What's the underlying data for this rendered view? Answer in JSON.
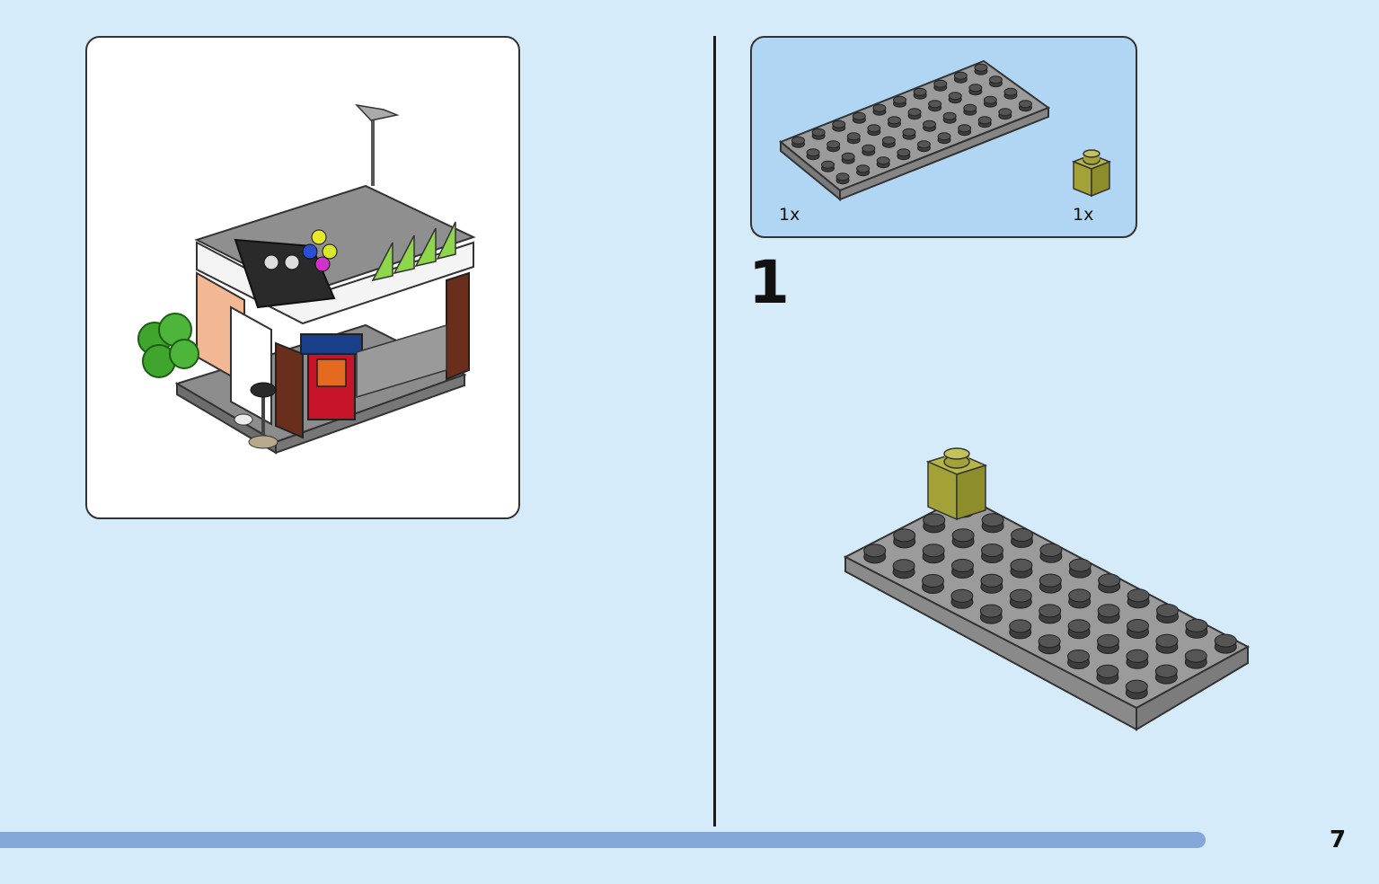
{
  "parts_list": [
    {
      "name": "gray-plate",
      "quantity": "1x"
    },
    {
      "name": "olive-brick",
      "quantity": "1x"
    }
  ],
  "step": {
    "number": "1"
  },
  "page": {
    "number": "7",
    "progress": 0.935
  },
  "colors": {
    "background": "#d5ebfa",
    "parts_box": "#b1d6f4",
    "progress_fill": "#84a8d8",
    "plate_gray": "#9b9b9b",
    "olive": "#a3a238"
  }
}
